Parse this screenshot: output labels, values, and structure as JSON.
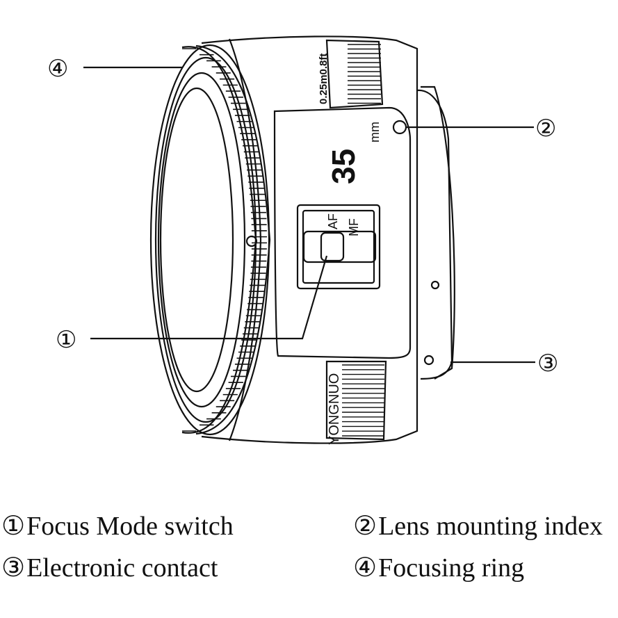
{
  "callouts": [
    {
      "number": "④",
      "target": "Focusing ring"
    },
    {
      "number": "②",
      "target": "Lens mounting index"
    },
    {
      "number": "①",
      "target": "Focus Mode switch"
    },
    {
      "number": "③",
      "target": "Electronic contact"
    }
  ],
  "lens_markings": {
    "focal_length": "35",
    "focal_unit": "mm",
    "min_focus": "0.25m0.8ft",
    "af_label": "AF",
    "mf_label": "MF",
    "brand": "YONGNUO"
  },
  "legend": [
    {
      "num": "①",
      "label": "Focus Mode switch"
    },
    {
      "num": "②",
      "label": "Lens mounting index"
    },
    {
      "num": "③",
      "label": "Electronic contact"
    },
    {
      "num": "④",
      "label": "Focusing ring"
    }
  ]
}
